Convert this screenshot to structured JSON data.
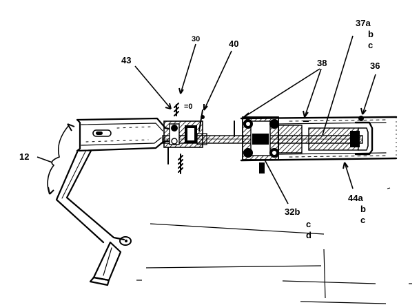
{
  "labels": {
    "ref_12": "12",
    "ref_43": "43",
    "ref_30": "30",
    "ref_40": "40",
    "ref_38": "38",
    "ref_37a": "37a",
    "ref_37b": "b",
    "ref_37c": "c",
    "ref_36": "36",
    "ref_32b": "32b",
    "ref_32c": "c",
    "ref_32d": "d",
    "ref_44a": "44a",
    "ref_44b": "b",
    "ref_44c": "c",
    "mark_eq": "=0"
  }
}
